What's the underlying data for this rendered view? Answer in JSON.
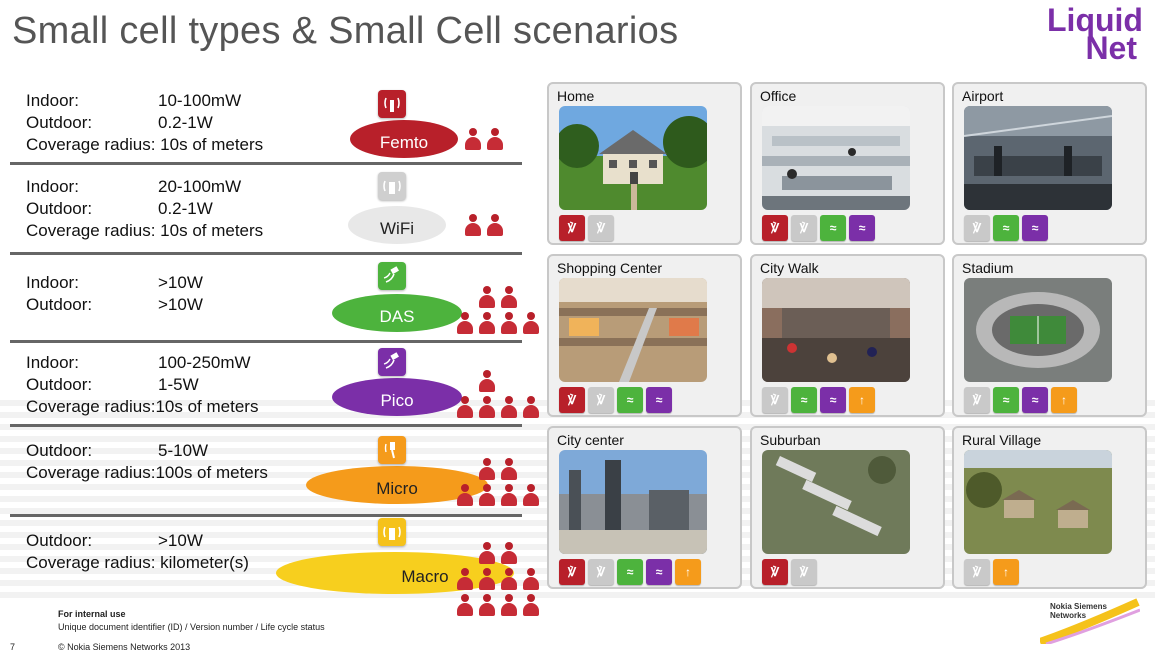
{
  "title": "Small cell types & Small Cell scenarios",
  "logo": {
    "line1": "Liquid",
    "line2": "Net",
    "color": "#7b2fa8"
  },
  "cell_types": [
    {
      "name": "Femto",
      "color": "#b8202a",
      "icon": "antenna-icon",
      "specs": [
        {
          "k": "Indoor:",
          "v": "10-100mW"
        },
        {
          "k": "Outdoor:",
          "v": "0.2-1W"
        }
      ],
      "coverage": "Coverage radius: 10s of meters",
      "people": 2
    },
    {
      "name": "WiFi",
      "color": "#e6e6e6",
      "icon": "wifi-router-icon",
      "specs": [
        {
          "k": "Indoor:",
          "v": "20-100mW"
        },
        {
          "k": "Outdoor:",
          "v": "0.2-1W"
        }
      ],
      "coverage": "Coverage radius: 10s of meters",
      "people": 2
    },
    {
      "name": "DAS",
      "color": "#4db33d",
      "icon": "das-antenna-icon",
      "specs": [
        {
          "k": "Indoor:",
          "v": ">10W"
        },
        {
          "k": "Outdoor:",
          "v": ">10W"
        }
      ],
      "coverage": "",
      "people": 6
    },
    {
      "name": "Pico",
      "color": "#7b2fa8",
      "icon": "pico-antenna-icon",
      "specs": [
        {
          "k": "Indoor:",
          "v": "100-250mW"
        },
        {
          "k": "Outdoor:",
          "v": "1-5W"
        }
      ],
      "coverage": "Coverage radius:10s of meters",
      "people": 5
    },
    {
      "name": "Micro",
      "color": "#f59b1b",
      "icon": "micro-antenna-icon",
      "specs": [
        {
          "k": "Outdoor:",
          "v": "5-10W"
        }
      ],
      "coverage": "Coverage radius:100s of meters",
      "people": 6
    },
    {
      "name": "Macro",
      "color": "#f5c21b",
      "icon": "macro-antenna-icon",
      "specs": [
        {
          "k": "Outdoor:",
          "v": ">10W"
        }
      ],
      "coverage": "Coverage radius: kilometer(s)",
      "people": 10
    }
  ],
  "scenarios": [
    {
      "label": "Home",
      "icons": [
        "femto",
        "wifi"
      ]
    },
    {
      "label": "Office",
      "icons": [
        "femto",
        "wifi",
        "das",
        "pico"
      ]
    },
    {
      "label": "Airport",
      "icons": [
        "wifi",
        "das",
        "pico"
      ]
    },
    {
      "label": "Shopping Center",
      "icons": [
        "femto",
        "wifi",
        "das",
        "pico"
      ]
    },
    {
      "label": "City Walk",
      "icons": [
        "wifi",
        "das",
        "pico",
        "micro"
      ]
    },
    {
      "label": "Stadium",
      "icons": [
        "wifi",
        "das",
        "pico",
        "micro"
      ]
    },
    {
      "label": "City center",
      "icons": [
        "femto",
        "wifi",
        "das",
        "pico",
        "micro"
      ]
    },
    {
      "label": "Suburban",
      "icons": [
        "femto",
        "wifi"
      ]
    },
    {
      "label": "Rural Village",
      "icons": [
        "wifi",
        "micro"
      ]
    }
  ],
  "icon_colors": {
    "femto": "#b8202a",
    "wifi": "#c9c9c9",
    "das": "#4db33d",
    "pico": "#7b2fa8",
    "micro": "#f59b1b"
  },
  "footer": {
    "line1": "For internal use",
    "line2": "Unique document identifier (ID) / Version number / Life cycle status",
    "copyright": "© Nokia Siemens Networks 2013",
    "page": "7",
    "nsn_line1": "Nokia Siemens",
    "nsn_line2": "Networks"
  }
}
